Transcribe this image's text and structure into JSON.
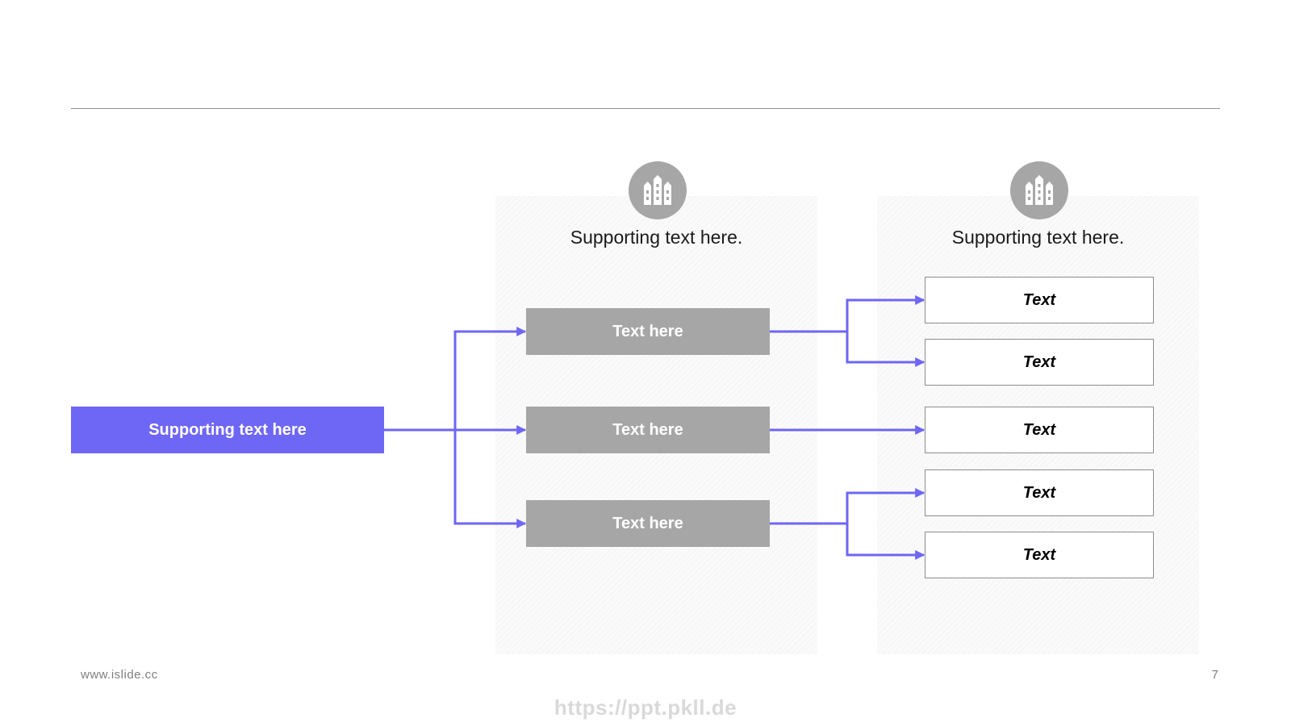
{
  "colors": {
    "accent": "#6e66f4",
    "mid_fill": "#a6a6a6",
    "leaf_border": "#8c8c8c"
  },
  "icons": {
    "column_icon": "buildings-icon"
  },
  "columns": [
    {
      "heading": "Supporting text here."
    },
    {
      "heading": "Supporting text here."
    }
  ],
  "root": {
    "label": "Supporting text here"
  },
  "middle": [
    {
      "label": "Text here"
    },
    {
      "label": "Text here"
    },
    {
      "label": "Text here"
    }
  ],
  "leaves": [
    {
      "label": "Text"
    },
    {
      "label": "Text"
    },
    {
      "label": "Text"
    },
    {
      "label": "Text"
    },
    {
      "label": "Text"
    }
  ],
  "footer": {
    "website": "www.islide.cc",
    "page_number": "7",
    "watermark": "https://ppt.pkll.de"
  }
}
